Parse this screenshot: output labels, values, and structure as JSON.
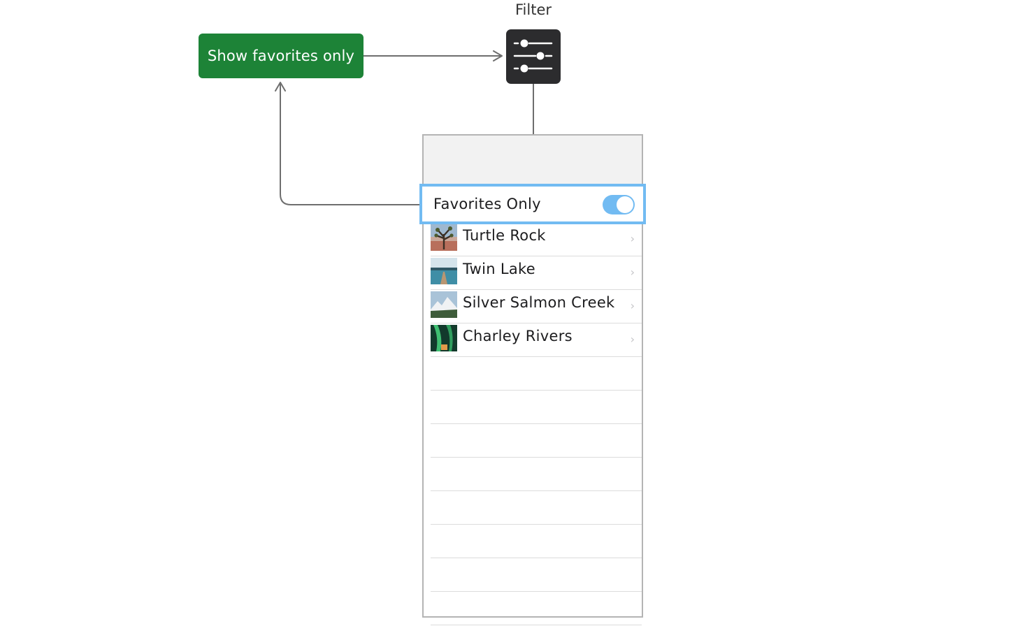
{
  "action_button": {
    "label": "Show favorites only",
    "color": "#1d8337"
  },
  "filter": {
    "label": "Filter",
    "icon": "sliders-icon"
  },
  "favorites_toggle": {
    "label": "Favorites Only",
    "on": true,
    "highlight_color": "#72bbf2"
  },
  "landmarks": [
    {
      "name": "Turtle Rock",
      "icon": "chevron-right-icon",
      "chevron": "›"
    },
    {
      "name": "Twin Lake",
      "icon": "chevron-right-icon",
      "chevron": "›"
    },
    {
      "name": "Silver Salmon Creek",
      "icon": "chevron-right-icon",
      "chevron": "›"
    },
    {
      "name": "Charley Rivers",
      "icon": "chevron-right-icon",
      "chevron": "›"
    }
  ]
}
